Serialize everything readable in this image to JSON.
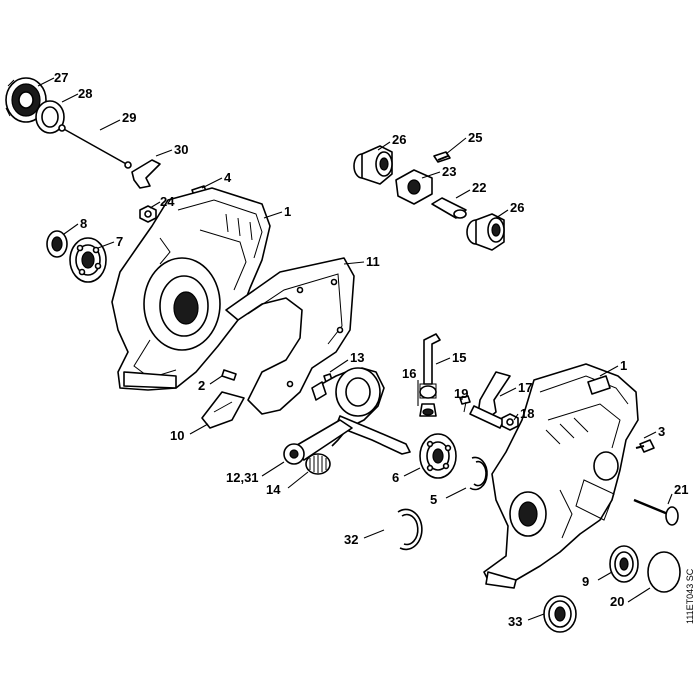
{
  "diagram": {
    "drawing_code": "111ET043 SC",
    "callouts": {
      "c27": "27",
      "c28": "28",
      "c29": "29",
      "c30": "30",
      "c4": "4",
      "c24": "24",
      "c1a": "1",
      "c8": "8",
      "c7": "7",
      "c11": "11",
      "c26a": "26",
      "c25": "25",
      "c23": "23",
      "c22": "22",
      "c26b": "26",
      "c2": "2",
      "c10": "10",
      "c13": "13",
      "c15": "15",
      "c16": "16",
      "c19": "19",
      "c17": "17",
      "c18": "18",
      "c1b": "1",
      "c3": "3",
      "c6": "6",
      "c5": "5",
      "c12_31": "12,31",
      "c14": "14",
      "c21": "21",
      "c32": "32",
      "c9": "9",
      "c20": "20",
      "c33": "33"
    }
  }
}
